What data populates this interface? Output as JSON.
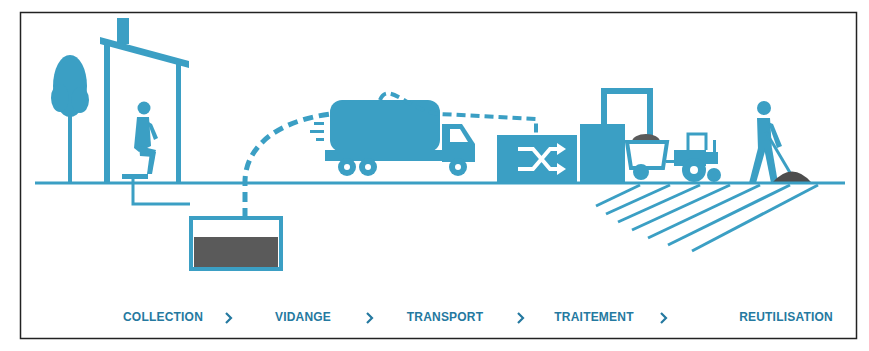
{
  "diagram": {
    "labels": [
      "COLLECTION",
      "VIDANGE",
      "TRANSPORT",
      "TRAITEMENT",
      "REUTILISATION"
    ]
  }
}
